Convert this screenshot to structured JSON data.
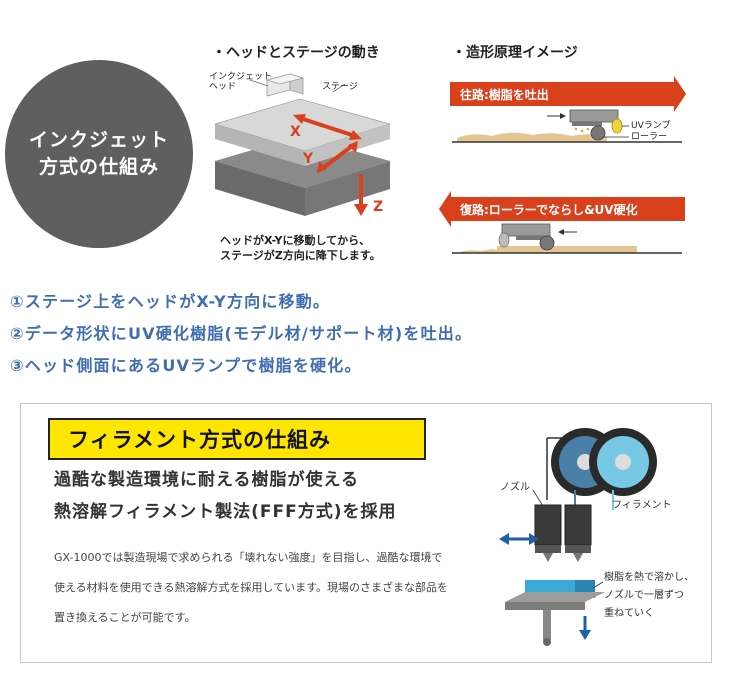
{
  "top": {
    "circle_lines": [
      "インクジェット",
      "方式の仕組み"
    ],
    "left_title": "・ヘッドとステージの動き",
    "right_title": "・造形原理イメージ",
    "diagram": {
      "head_label_1": "インクジェット",
      "head_label_2": "ヘッド",
      "stage_label": "ステージ",
      "x_label": "X",
      "y_label": "Y",
      "z_label": "Z",
      "caption_1": "ヘッドがX-Yに移動してから、",
      "caption_2": "ステージがZ方向に降下します。"
    },
    "principle": {
      "forward_label": "往路:樹脂を吐出",
      "uv_lamp_label": "UVランプ",
      "roller_label": "ローラー",
      "return_label": "復路:ローラーでならし&UV硬化"
    }
  },
  "steps": [
    "①ステージ上をヘッドがX-Y方向に移動。",
    "②データ形状にUV硬化樹脂(モデル材/サポート材)を吐出。",
    "③ヘッド側面にあるUVランプで樹脂を硬化。"
  ],
  "filament": {
    "title": "フィラメント方式の仕組み",
    "heading_1": "過酷な製造環境に耐える樹脂が使える",
    "heading_2": "熱溶解フィラメント製法(FFF方式)を採用",
    "body_lines": [
      "GX-1000では製造現場で求められる「壊れない強度」を目指し、過酷な環境で",
      "使える材料を使用できる熱溶解方式を採用しています。現場のさまざまな部品を",
      "置き換えることが可能です。"
    ],
    "nozzle_label": "ノズル",
    "filament_label": "フィラメント",
    "desc_lines": [
      "樹脂を熱で溶かし、",
      "ノズルで一層ずつ",
      "重ねていく"
    ]
  },
  "colors": {
    "accent_red": "#d9401c",
    "step_blue": "#3f6db0",
    "highlight_yellow": "#ffe600",
    "circle_gray": "#5f5f5f"
  }
}
